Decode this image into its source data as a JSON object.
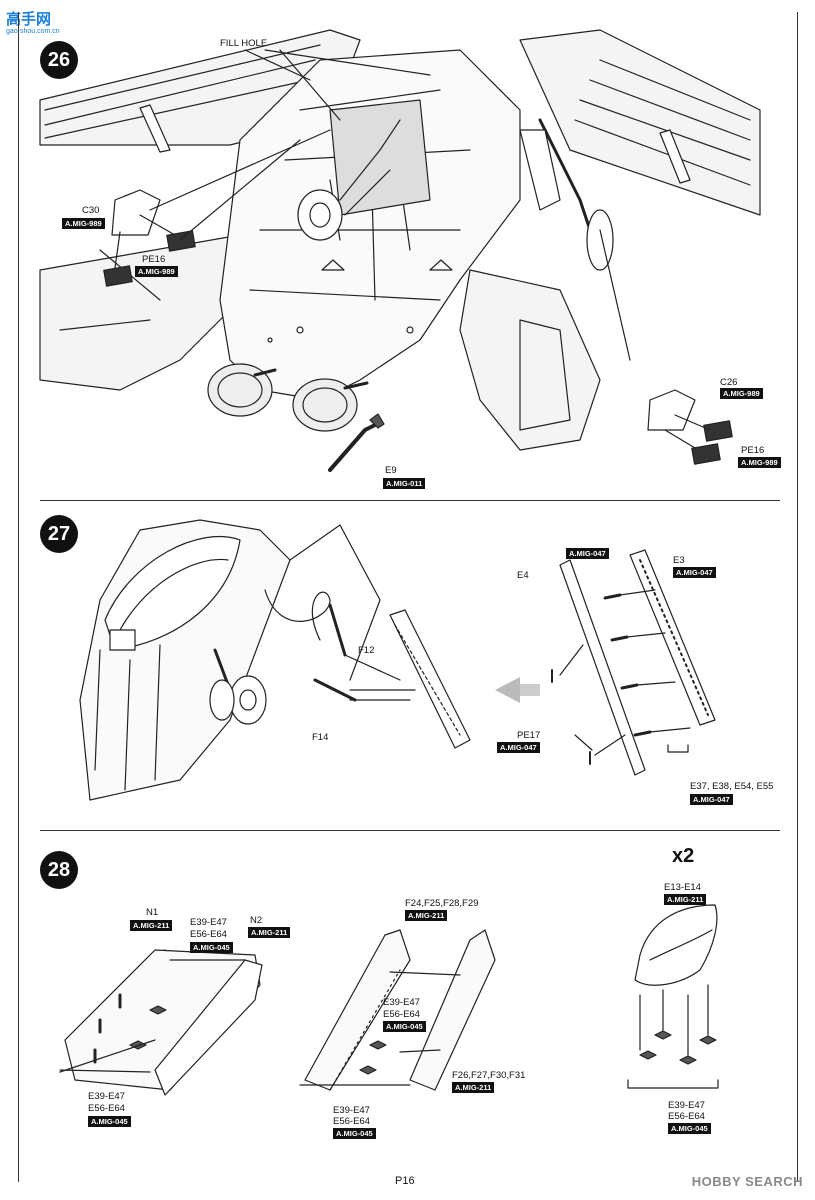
{
  "watermark": {
    "logo": "高手网",
    "url": "gao-shou.com.cn",
    "hobby": "HOBBY SEARCH"
  },
  "page_number": "P16",
  "steps": [
    {
      "number": "26",
      "fill_hole": "FILL HOLE",
      "parts": {
        "c30": "C30",
        "c30_paint": "A.MIG-989",
        "pe16_left": "PE16",
        "pe16_left_paint": "A.MIG-989",
        "c26": "C26",
        "c26_paint": "A.MIG-989",
        "pe16_right": "PE16",
        "pe16_right_paint": "A.MIG-989",
        "e9": "E9",
        "e9_paint": "A.MIG-011"
      }
    },
    {
      "number": "27",
      "parts": {
        "f12": "F12",
        "f14": "F14",
        "e4": "E4",
        "e4_paint": "A.MIG-047",
        "e3": "E3",
        "e3_paint": "A.MIG-047",
        "pe17": "PE17",
        "pe17_paint": "A.MIG-047",
        "e37": "E37, E38, E54, E55",
        "e37_paint": "A.MIG-047"
      }
    },
    {
      "number": "28",
      "multiplier": "x2",
      "parts": {
        "n1": "N1",
        "n1_paint": "A.MIG-211",
        "e39_a_line1": "E39-E47",
        "e39_a_line2": "E56-E64",
        "e39_a_paint": "A.MIG-045",
        "n2": "N2",
        "n2_paint": "A.MIG-211",
        "e39_b_line1": "E39-E47",
        "e39_b_line2": "E56-E64",
        "e39_b_paint": "A.MIG-045",
        "f24": "F24,F25,F28,F29",
        "f24_paint": "A.MIG-211",
        "e39_c_line1": "E39-E47",
        "e39_c_line2": "E56-E64",
        "e39_c_paint": "A.MIG-045",
        "f26": "F26,F27,F30,F31",
        "f26_paint": "A.MIG-211",
        "e39_d_line1": "E39-E47",
        "e39_d_line2": "E56-E64",
        "e39_d_paint": "A.MIG-045",
        "e13": "E13-E14",
        "e13_paint": "A.MIG-211",
        "e39_e_line1": "E39-E47",
        "e39_e_line2": "E56-E64",
        "e39_e_paint": "A.MIG-045"
      }
    }
  ]
}
